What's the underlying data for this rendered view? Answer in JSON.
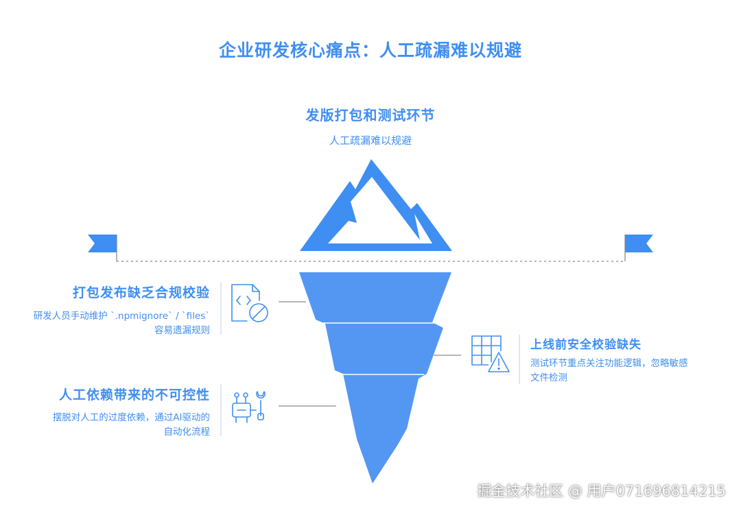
{
  "title": "企业研发核心痛点：人工疏漏难以规避",
  "top": {
    "heading": "发版打包和测试环节",
    "sub": "人工疏漏难以规避"
  },
  "left_items": [
    {
      "heading": "打包发布缺乏合规校验",
      "desc_line1": "研发人员手动维护 `.npmignore` / `files`",
      "desc_line2": "容易遗漏规则",
      "icon": "file-code-blocked-icon"
    },
    {
      "heading": "人工依赖带来的不可控性",
      "desc_line1": "摆脱对人工的过度依赖，通过AI驱动的",
      "desc_line2": "自动化流程",
      "icon": "robot-wrench-icon"
    }
  ],
  "right_item": {
    "heading": "上线前安全校验缺失",
    "desc_line1": "测试环节重点关注功能逻辑，忽略敏感",
    "desc_line2": "文件检测",
    "icon": "grid-warning-icon"
  },
  "watermark": "掘金技术社区 @ 用户071696814215",
  "colors": {
    "accent": "#3f8ef2",
    "iceberg_body": "#5397f3",
    "water_line": "#9a9a9a",
    "separator": "#dfe6ef"
  }
}
